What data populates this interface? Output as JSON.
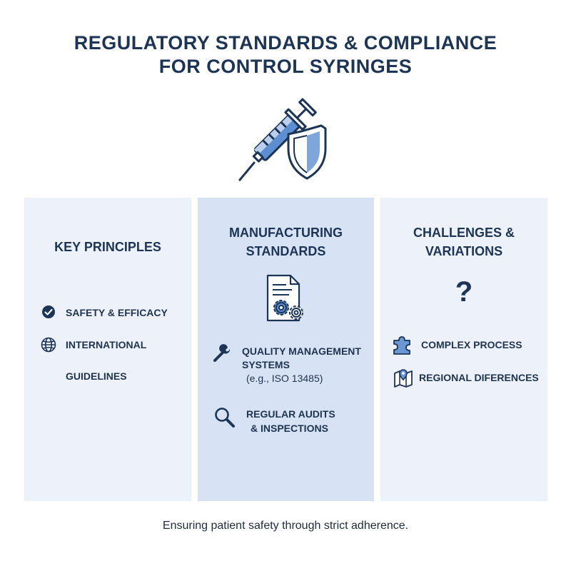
{
  "title": {
    "line1": "REGULATORY STANDARDS & COMPLIANCE",
    "line2": "FOR CONTROL SYRINGES"
  },
  "columns": {
    "left": {
      "heading": "KEY PRINCIPLES",
      "items": [
        {
          "icon": "check-circle-icon",
          "text": "SAFETY & EFFICACY"
        },
        {
          "icon": "globe-icon",
          "line1": "INTERNATIONAL",
          "line2": "GUIDELINES"
        }
      ]
    },
    "middle": {
      "heading_line1": "MANUFACTURING",
      "heading_line2": "STANDARDS",
      "items": [
        {
          "icon": "wrench-icon",
          "line1": "QUALITY MANAGEMENT",
          "line2": "SYSTEMS",
          "line3": "(e.g., ISO 13485)"
        },
        {
          "icon": "magnifier-icon",
          "line1": "REGULAR AUDITS",
          "line2": "& INSPECTIONS"
        }
      ]
    },
    "right": {
      "heading_line1": "CHALLENGES &",
      "heading_line2": "VARIATIONS",
      "symbol": "?",
      "items": [
        {
          "icon": "puzzle-icon",
          "text": "COMPLEX PROCESS"
        },
        {
          "icon": "map-pin-icon",
          "text": "REGIONAL DIFERENCES"
        }
      ]
    }
  },
  "footer": "Ensuring patient safety through strict adherence.",
  "colors": {
    "navy": "#1c3455",
    "accent_blue": "#4f7fc2",
    "panel_light": "#edf2fa",
    "panel_mid": "#d7e3f4"
  }
}
